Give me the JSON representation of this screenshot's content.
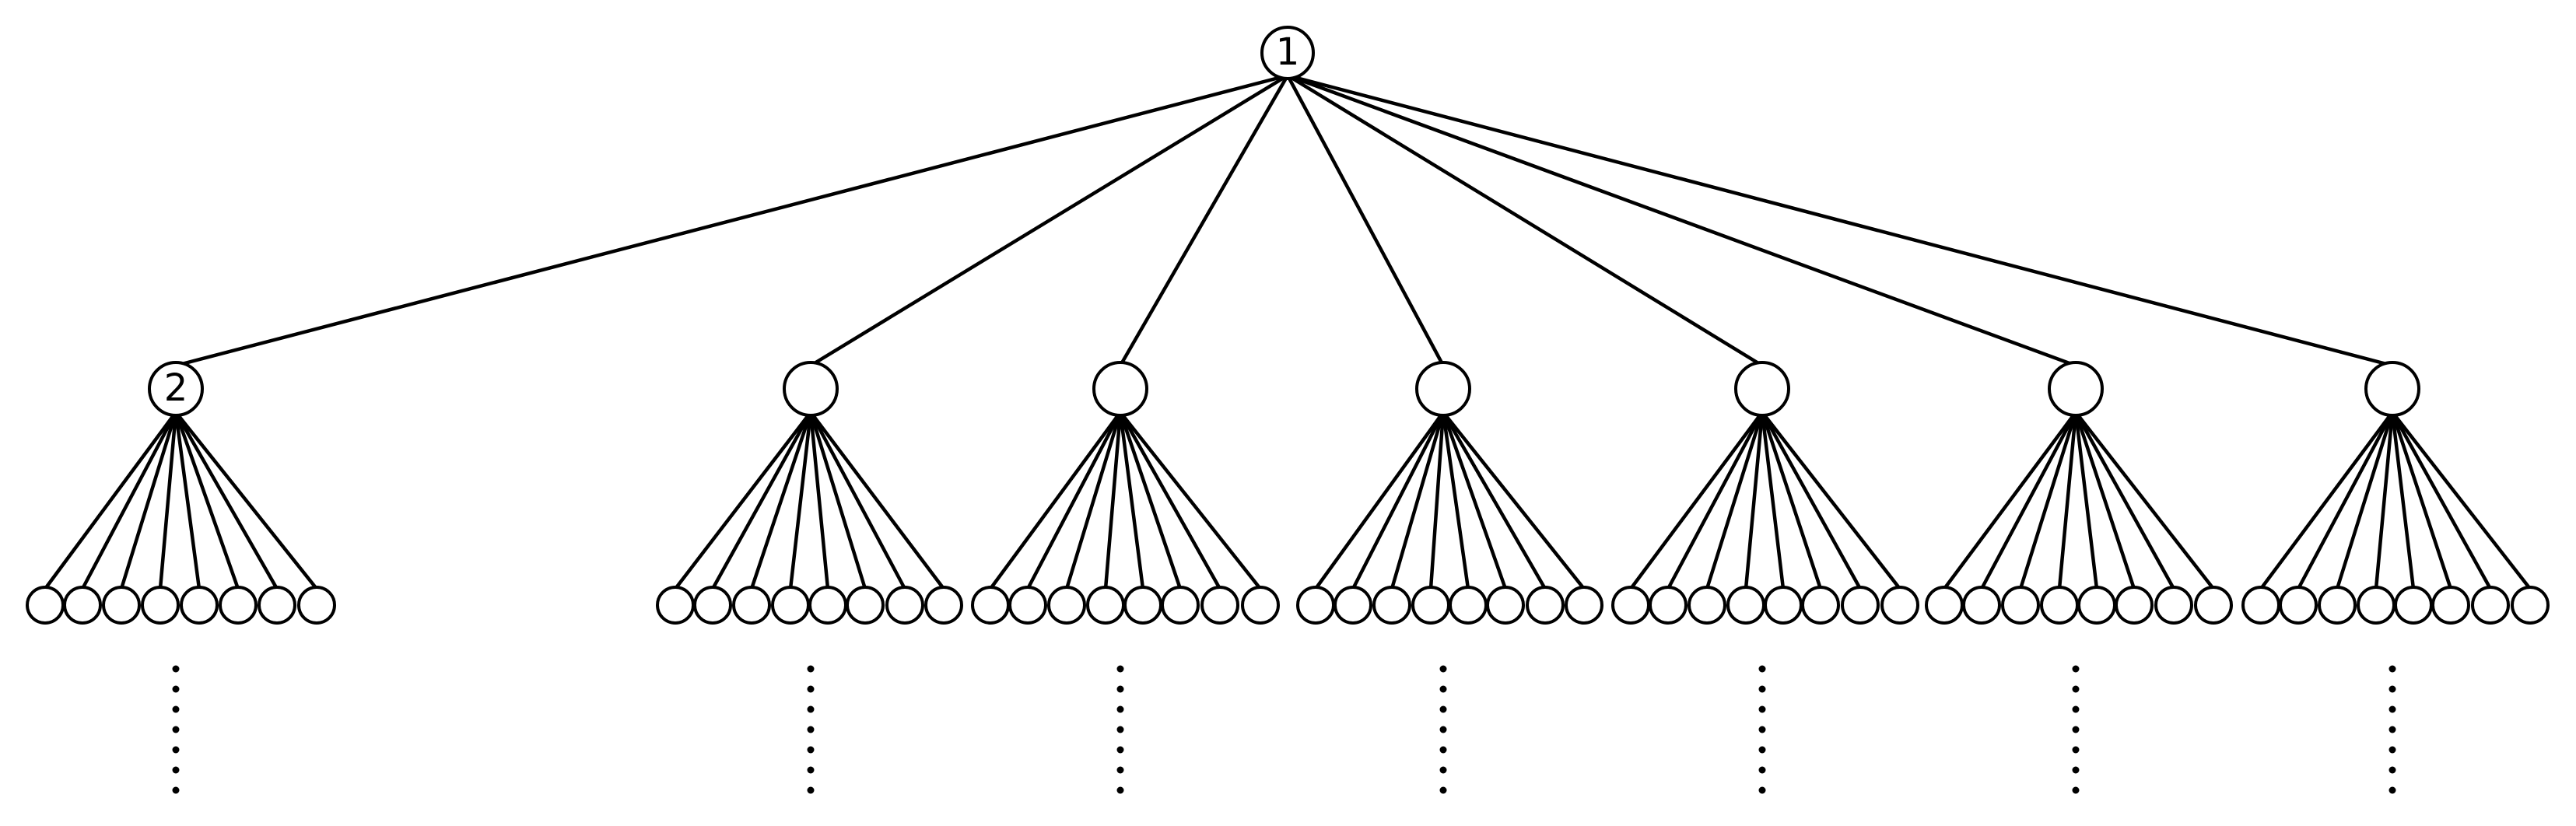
{
  "diagram": {
    "root": {
      "label": "1"
    },
    "children": [
      {
        "label": "2",
        "leaf_count": 8,
        "continues": true
      },
      {
        "label": "",
        "leaf_count": 8,
        "continues": true
      },
      {
        "label": "",
        "leaf_count": 8,
        "continues": true
      },
      {
        "label": "",
        "leaf_count": 8,
        "continues": true
      },
      {
        "label": "",
        "leaf_count": 8,
        "continues": true
      },
      {
        "label": "",
        "leaf_count": 8,
        "continues": true
      },
      {
        "label": "",
        "leaf_count": 8,
        "continues": true
      }
    ]
  },
  "colors": {
    "stroke": "#000000",
    "fill": "#ffffff"
  }
}
